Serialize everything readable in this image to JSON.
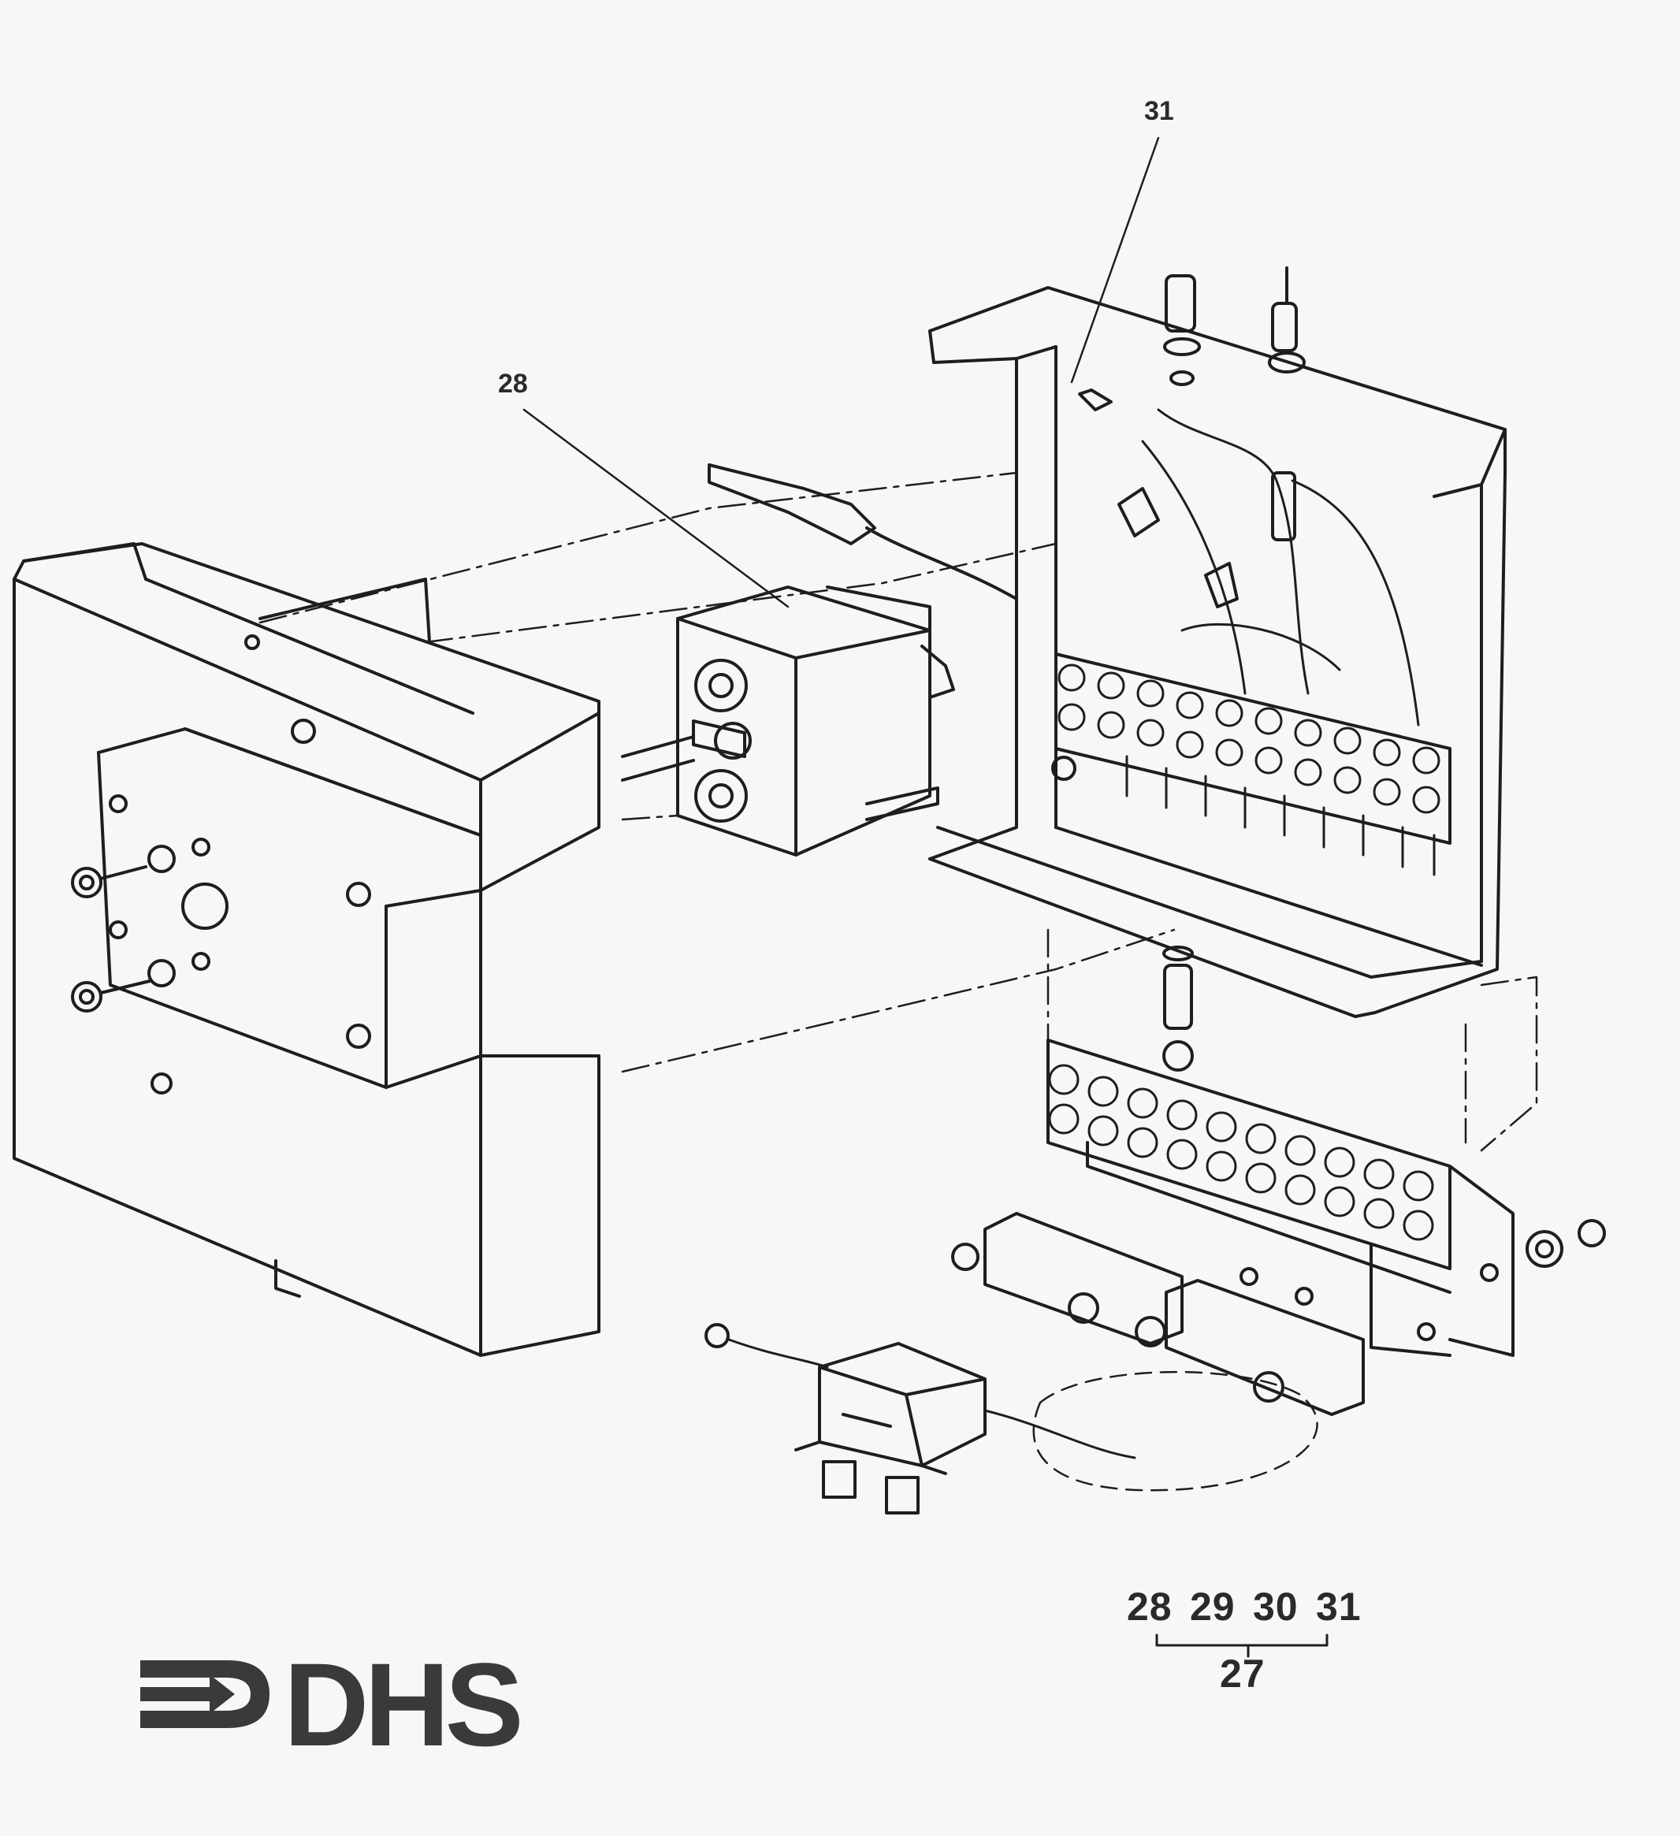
{
  "callouts": {
    "part_31": "31",
    "part_28": "28"
  },
  "assembly_reference": {
    "parts": [
      "28",
      "29",
      "30",
      "31"
    ],
    "assembly": "27"
  },
  "logo": {
    "text": "DHS",
    "icon": "arrow-into-bracket-icon"
  },
  "colors": {
    "line": "#1e1e1e",
    "paper": "#f7f7f5"
  }
}
